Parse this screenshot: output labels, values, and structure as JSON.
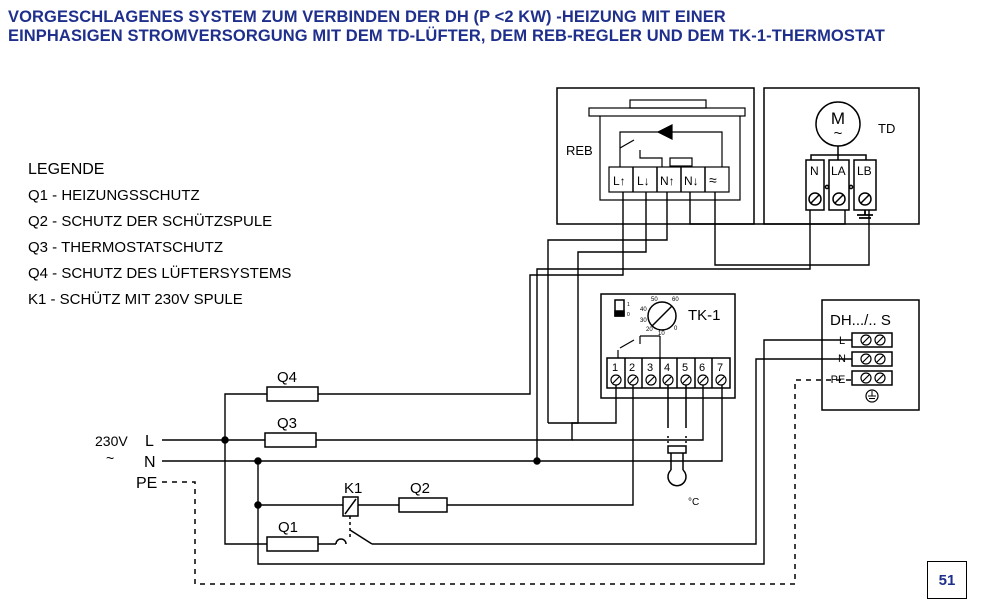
{
  "title": {
    "line1": "VORGESCHLAGENES SYSTEM ZUM VERBINDEN DER DH (P <2 KW) -HEIZUNG MIT EINER",
    "line2": "EINPHASIGEN STROMVERSORGUNG MIT DEM TD-LÜFTER, DEM REB-REGLER UND DEM TK-1-THERMOSTAT"
  },
  "legend": {
    "heading": "LEGENDE",
    "items": [
      "Q1 - HEIZUNGSSCHUTZ",
      "Q2 - SCHUTZ DER SCHÜTZSPULE",
      "Q3 - THERMOSTATSCHUTZ",
      "Q4 - SCHUTZ DES LÜFTERSYSTEMS",
      "K1 -  SCHÜTZ MIT 230V SPULE"
    ]
  },
  "reb": {
    "label": "REB",
    "terminals": [
      "L↑",
      "L↓",
      "N↑",
      "N↓",
      "≈"
    ]
  },
  "td": {
    "label": "TD",
    "motor": "M",
    "motor_symbol": "~",
    "terminals": [
      "N",
      "LA",
      "LB"
    ]
  },
  "tk1": {
    "label": "TK-1",
    "terminals": [
      "1",
      "2",
      "3",
      "4",
      "5",
      "6",
      "7"
    ],
    "dial_ticks": [
      "50",
      "60",
      "40",
      "30",
      "20",
      "10",
      "0"
    ],
    "switch_marks": [
      "1",
      "0"
    ],
    "sensor_unit": "°C"
  },
  "dh": {
    "label": "DH.../.. S",
    "terminals": [
      "L",
      "N",
      "-PE"
    ]
  },
  "supply": {
    "voltage": "230V",
    "ac_symbol": "~",
    "L": "L",
    "N": "N",
    "PE": "PE"
  },
  "components": {
    "q1": "Q1",
    "q2": "Q2",
    "q3": "Q3",
    "q4": "Q4",
    "k1": "K1"
  },
  "page_number": "51",
  "colors": {
    "title": "#1f2f8c",
    "line": "#000000"
  }
}
